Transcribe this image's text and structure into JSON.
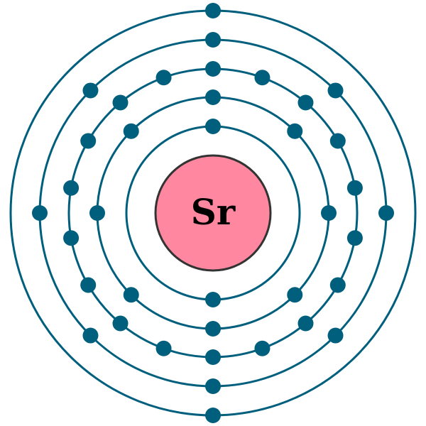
{
  "element": {
    "symbol": "Sr"
  },
  "electron_configuration": [
    2,
    8,
    18,
    8,
    2
  ],
  "colors": {
    "shell": "#005f7d",
    "electron": "#005f7d",
    "nucleus_fill": "#ff88a0",
    "nucleus_stroke": "#333333",
    "symbol_text": "#000000",
    "background": "#ffffff"
  }
}
